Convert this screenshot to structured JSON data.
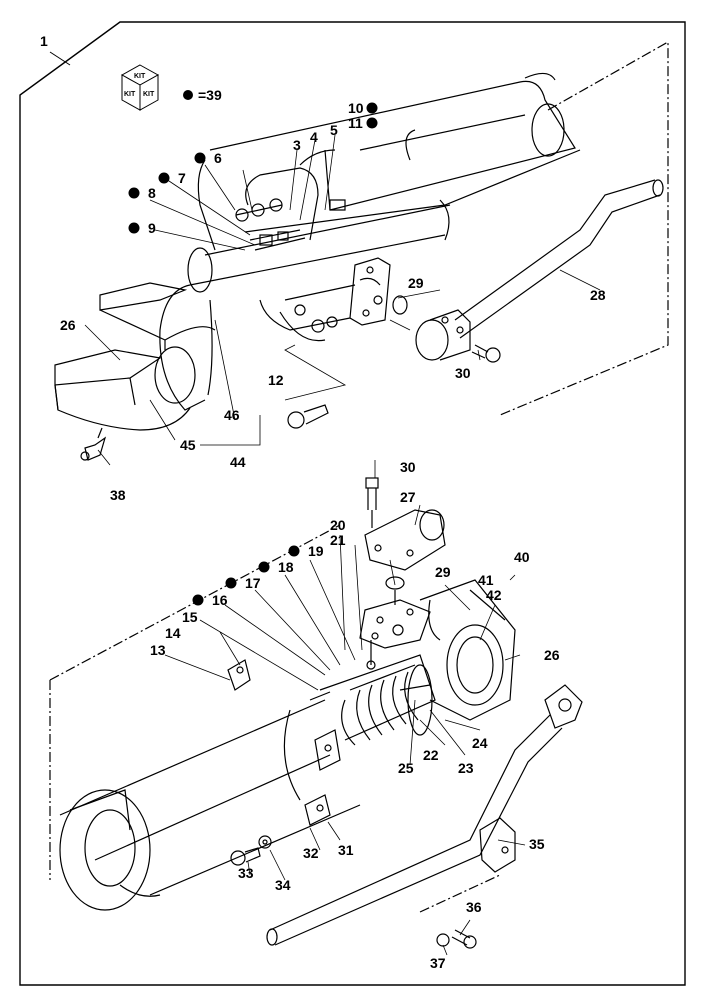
{
  "assembly_number": "1",
  "kit_legend": {
    "kit_text": "KIT",
    "equals_text": "=39"
  },
  "upper": {
    "labels": [
      "10",
      "11",
      "6",
      "3",
      "4",
      "5",
      "7",
      "8",
      "9",
      "29",
      "28",
      "26",
      "30",
      "12",
      "46",
      "45",
      "44",
      "38"
    ],
    "kit_items": [
      "10",
      "11",
      "6",
      "7",
      "8",
      "9"
    ]
  },
  "lower": {
    "labels": [
      "30",
      "27",
      "20",
      "21",
      "19",
      "18",
      "17",
      "16",
      "15",
      "14",
      "13",
      "29",
      "40",
      "41",
      "42",
      "26",
      "22",
      "24",
      "23",
      "25",
      "35",
      "32",
      "31",
      "33",
      "34",
      "36",
      "37"
    ],
    "kit_items": [
      "19",
      "18",
      "17",
      "16"
    ]
  },
  "colors": {
    "line": "#000000",
    "fill": "#ffffff"
  }
}
